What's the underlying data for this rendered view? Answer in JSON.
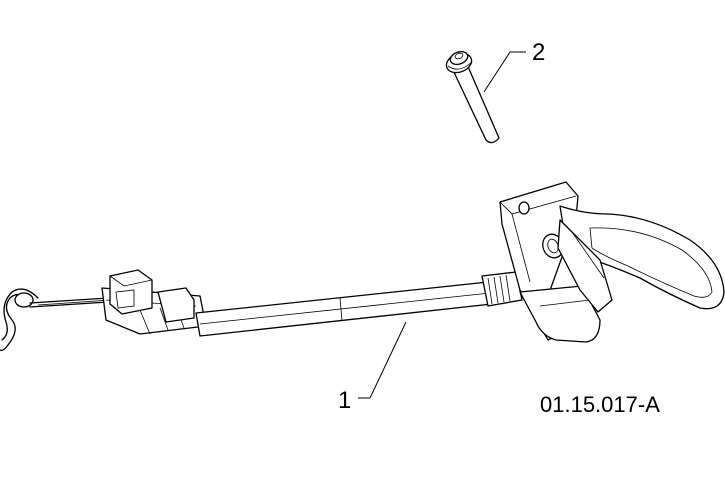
{
  "diagram": {
    "callouts": [
      {
        "id": "1",
        "label": "1"
      },
      {
        "id": "2",
        "label": "2"
      }
    ],
    "reference_code": "01.15.017-A"
  }
}
